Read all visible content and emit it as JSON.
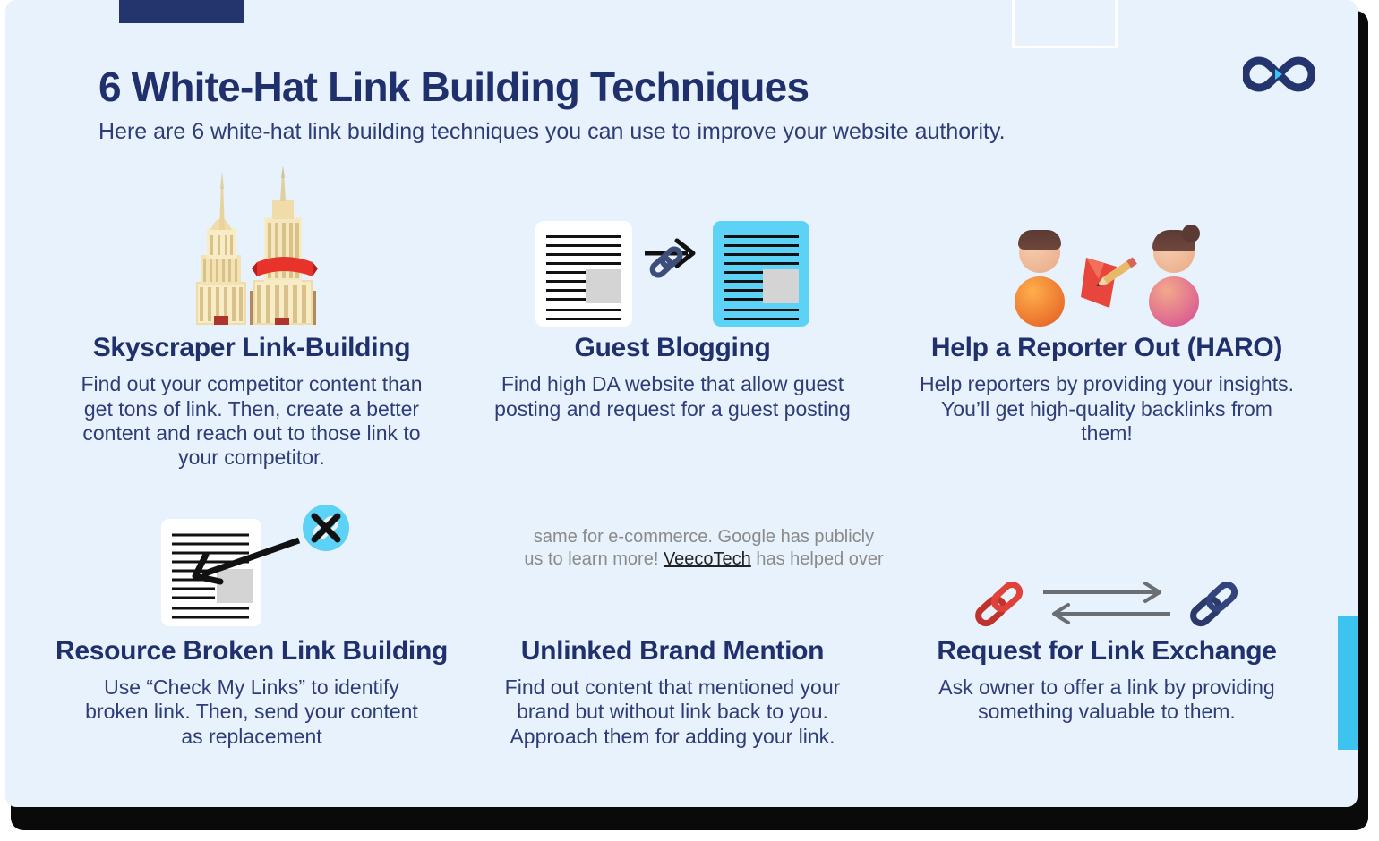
{
  "header": {
    "title": "6 White-Hat Link Building Techniques",
    "subtitle": "Here are 6 white-hat link building techniques you can use to improve your website authority."
  },
  "logo": {
    "name": "infinity-logo",
    "primary_color": "#24356e",
    "accent_color": "#3cc3f0"
  },
  "decor": {
    "top_tab_color": "#24356e",
    "outline_rect_color": "#ffffff",
    "edge_bar_color": "#3cc3f0",
    "card_background": "#e8f2fd"
  },
  "techniques": [
    {
      "id": "skyscraper",
      "icon": "skyscraper-buildings-icon",
      "title": "Skyscraper Link-Building",
      "description": "Find out your competitor content than get tons of link. Then, create a better content and reach out to those link to your competitor."
    },
    {
      "id": "guest-blogging",
      "icon": "two-documents-link-icon",
      "title": "Guest Blogging",
      "description": "Find high DA website that allow guest posting and request for a guest posting"
    },
    {
      "id": "haro",
      "icon": "two-people-memo-icon",
      "title": "Help a Reporter Out (HARO)",
      "description": "Help reporters by providing your insights. You’ll get high-quality backlinks from them!"
    },
    {
      "id": "resource-broken-link",
      "icon": "document-broken-link-x-icon",
      "title": "Resource Broken Link Building",
      "description": "Use “Check My Links” to identify broken link. Then, send your content as replacement"
    },
    {
      "id": "unlinked-brand-mention",
      "icon": "none",
      "title": "Unlinked Brand Mention",
      "description": "Find out content that mentioned your brand but without link back to you. Approach them for adding your link."
    },
    {
      "id": "request-link-exchange",
      "icon": "two-chain-links-exchange-icon",
      "title": "Request for Link Exchange",
      "description": "Ask owner to offer a link by providing something valuable to them."
    }
  ],
  "overlay": {
    "line1": "same for e-commerce. Google has publicly",
    "line2_before": "us to learn more! ",
    "link_text": "VeecoTech",
    "line2_after": " has helped over",
    "text_color": "#8a8a8a",
    "link_color": "#222222"
  }
}
